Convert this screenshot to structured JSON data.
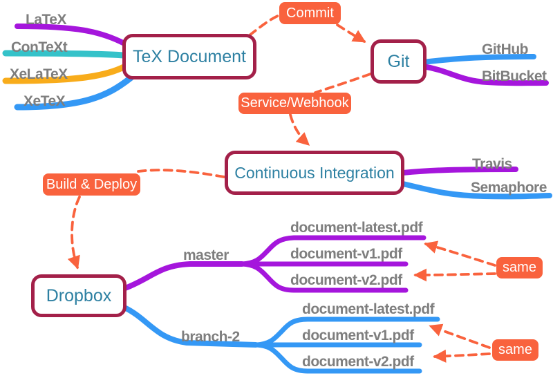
{
  "colors": {
    "purple": "#A516DC",
    "blue": "#3498F5",
    "teal": "#35C2C9",
    "yellow": "#F8AC1B",
    "orange": "#F9623D",
    "node_border": "#A32049",
    "node_text": "#2D80A2",
    "label_text": "#7E7E7E"
  },
  "nodes": {
    "tex_document": "TeX Document",
    "git": "Git",
    "continuous_integration": "Continuous Integration",
    "dropbox": "Dropbox"
  },
  "action_labels": {
    "commit": "Commit",
    "service_webhook": "Service/Webhook",
    "build_deploy": "Build & Deploy",
    "same_master": "same",
    "same_branch2": "same"
  },
  "tex_sources": [
    {
      "label": "LaTeX",
      "color": "#A516DC"
    },
    {
      "label": "ConTeXt",
      "color": "#35C2C9"
    },
    {
      "label": "XeLaTeX",
      "color": "#F8AC1B"
    },
    {
      "label": "XeTeX",
      "color": "#3498F5"
    }
  ],
  "git_hosts": [
    {
      "label": "GitHub",
      "color": "#3498F5"
    },
    {
      "label": "BitBucket",
      "color": "#A516DC"
    }
  ],
  "ci_services": [
    {
      "label": "Travis",
      "color": "#A516DC"
    },
    {
      "label": "Semaphore",
      "color": "#3498F5"
    }
  ],
  "branches": {
    "master": {
      "label": "master",
      "color": "#A516DC",
      "files": [
        "document-latest.pdf",
        "document-v1.pdf",
        "document-v2.pdf"
      ]
    },
    "branch2": {
      "label": "branch-2",
      "color": "#3498F5",
      "files": [
        "document-latest.pdf",
        "document-v1.pdf",
        "document-v2.pdf"
      ]
    }
  }
}
